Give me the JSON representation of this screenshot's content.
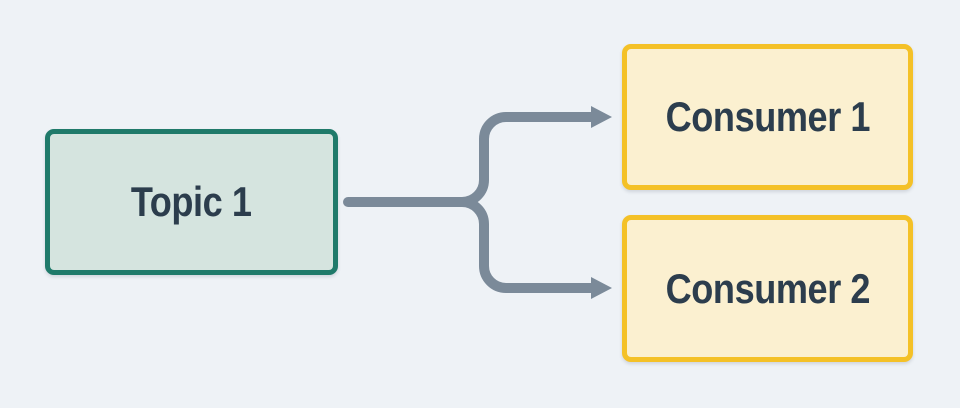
{
  "diagram": {
    "type": "fan-out-flowchart",
    "nodes": {
      "topic": {
        "label": "Topic 1",
        "role": "source"
      },
      "consumer1": {
        "label": "Consumer 1",
        "role": "sink"
      },
      "consumer2": {
        "label": "Consumer 2",
        "role": "sink"
      }
    },
    "edges": [
      {
        "from": "Topic 1",
        "to": "Consumer 1",
        "arrow": "arrowhead-right"
      },
      {
        "from": "Topic 1",
        "to": "Consumer 2",
        "arrow": "arrowhead-right"
      }
    ]
  },
  "colors": {
    "canvas-bg": "#eef2f6",
    "topic-fill": "#d5e4df",
    "topic-border": "#1f7a6a",
    "consumer-fill": "#fbf0d0",
    "consumer-border": "#f4c127",
    "edge": "#7b8a99",
    "text": "#2c3d4d"
  }
}
